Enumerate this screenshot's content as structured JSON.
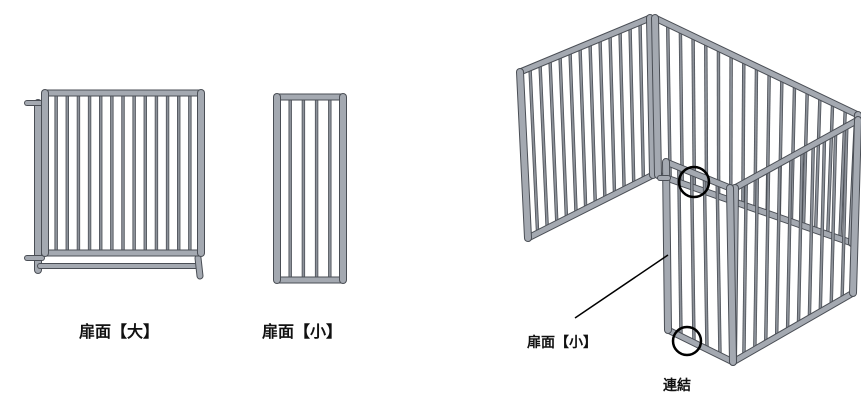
{
  "labels": {
    "large_door": "扉面【大】",
    "small_door": "扉面【小】",
    "assembly_small_door": "扉面【小】",
    "connection": "連結"
  },
  "colors": {
    "frame": "#a4a9b1",
    "frame_edge": "#4a4e55",
    "bar": "#8d929a",
    "text": "#111111",
    "marker": "#000000"
  }
}
